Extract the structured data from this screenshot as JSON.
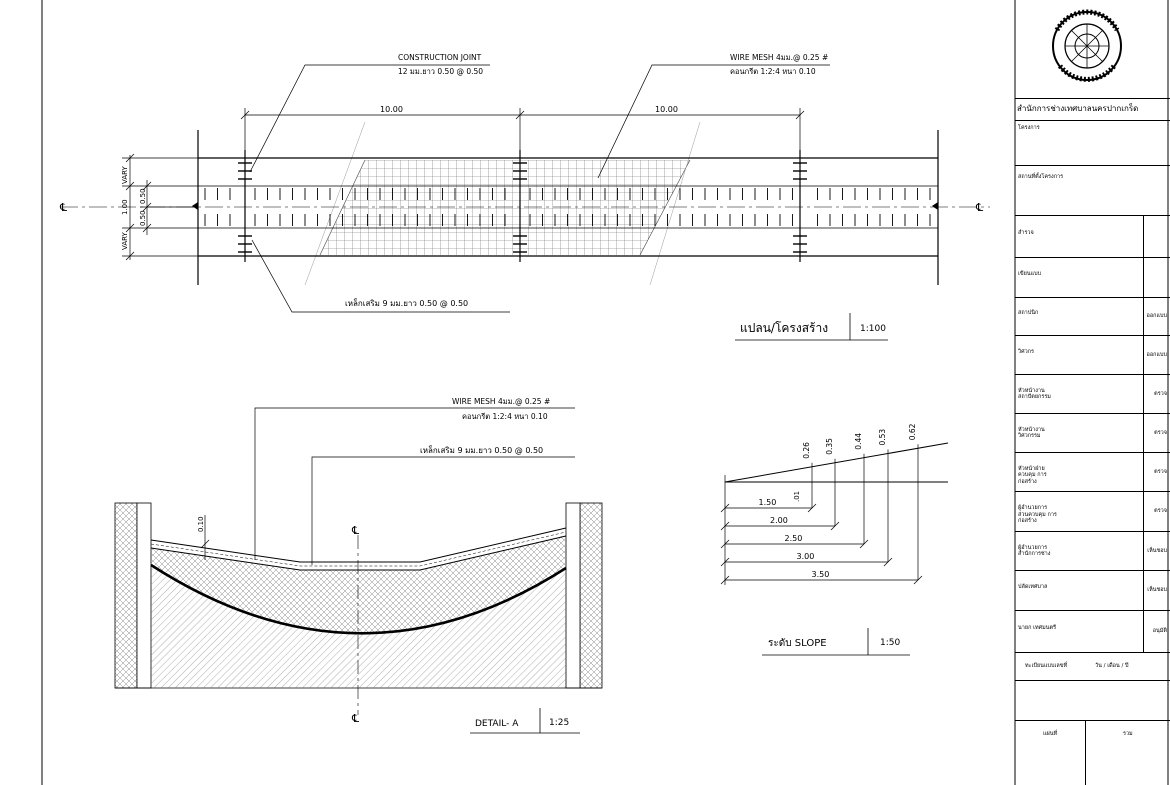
{
  "plan": {
    "construction_joint_title": "CONSTRUCTION JOINT",
    "construction_joint_spec": "12 มม.ยาว 0.50 @ 0.50",
    "wire_mesh_title": "WIRE MESH 4มม.@ 0.25 #",
    "wire_mesh_concrete": "คอนกรีต 1:2:4 หนา 0.10",
    "dim_left": "10.00",
    "dim_right": "10.00",
    "dim_vary_top": "VARY",
    "dim_center_a": "0.50",
    "dim_center_b": "0.50",
    "dim_center_c": "1.00",
    "dim_vary_bottom": "VARY",
    "centerline_symbol": "℄",
    "edge_rebar": "เหล็กเสริม 9 มม.ยาว 0.50 @ 0.50",
    "title": "แปลน/โครงสร้าง",
    "scale": "1:100"
  },
  "detail": {
    "wire_mesh_title": "WIRE MESH 4มม.@ 0.25 #",
    "concrete": "คอนกรีต 1:2:4 หนา 0.10",
    "rebar": "เหล็กเสริม 9 มม.ยาว 0.50 @ 0.50",
    "thickness": "0.10",
    "centerline_symbol": "℄",
    "title": "DETAIL- A",
    "scale": "1:25"
  },
  "slope": {
    "title": "ระดับ SLOPE",
    "scale": "1:50",
    "heights": [
      "0.26",
      "0.35",
      "0.44",
      "0.53",
      "0.62"
    ],
    "first_height": ".01",
    "distances": [
      "1.50",
      "2.00",
      "2.50",
      "3.00",
      "3.50"
    ]
  },
  "title_block": {
    "agency": "สำนักการช่างเทศบาลนครปากเกร็ด",
    "seal_text": "เทศบาลนครปากเกร็ด",
    "project": "โครงการ",
    "location": "สถานที่ตั้งโครงการ",
    "rows": [
      {
        "label": "สำรวจ",
        "right": ""
      },
      {
        "label": "เขียนแบบ",
        "right": ""
      },
      {
        "label": "สถาปนิก",
        "right": "ออกแบบ"
      },
      {
        "label": "วิศวกร",
        "right": "ออกแบบ"
      },
      {
        "label": "หัวหน้างาน สถาปัตยกรรม",
        "right": "ตรวจ"
      },
      {
        "label": "หัวหน้างาน วิศวกรรม",
        "right": "ตรวจ"
      },
      {
        "label": "หัวหน้าฝ่าย ควบคุม การก่อสร้าง",
        "right": "ตรวจ"
      },
      {
        "label": "ผู้อำนวยการ ส่วนควบคุม การก่อสร้าง",
        "right": "ตรวจ"
      },
      {
        "label": "ผู้อำนวยการ สำนักการช่าง",
        "right": "เห็นชอบ"
      },
      {
        "label": "ปลัดเทศบาล",
        "right": "เห็นชอบ"
      },
      {
        "label": "นายก เทศมนตรี",
        "right": "อนุมัติ"
      }
    ],
    "reg_label": "ทะเบียนแบบเลขที่",
    "date_label": "วัน / เดือน / ปี",
    "sheet_label": "แผ่นที่",
    "total_label": "รวม"
  }
}
